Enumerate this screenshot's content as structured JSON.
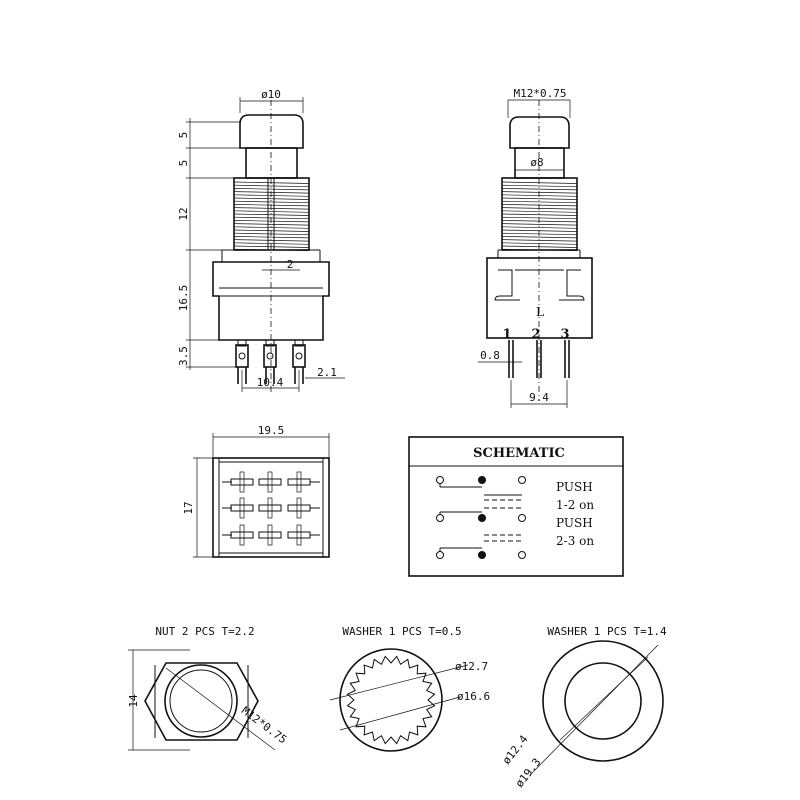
{
  "front_view": {
    "cap_diameter": "ø10",
    "dim_cap_height": "5",
    "dim_stem_height": "5",
    "dim_thread_height": "12",
    "dim_body_height": "16.5",
    "dim_pin_length": "3.5",
    "dim_offset": "2",
    "dim_pin_span": "10.4",
    "dim_pin_width": "2.1"
  },
  "side_view": {
    "thread_spec": "M12*0.75",
    "stem_diameter": "ø8",
    "label_L": "L",
    "pin_labels": [
      "1",
      "2",
      "3"
    ],
    "dim_pin_thickness": "0.8",
    "dim_pin_span": "9.4"
  },
  "bottom_view": {
    "dim_width": "19.5",
    "dim_depth": "17"
  },
  "schematic": {
    "title": "SCHEMATIC",
    "lines": [
      "PUSH",
      "1-2 on",
      "PUSH",
      "2-3 on"
    ]
  },
  "nut": {
    "title": "NUT 2 PCS T=2.2",
    "dim_flat": "14",
    "thread": "M12*0.75"
  },
  "washer1": {
    "title": "WASHER 1 PCS T=0.5",
    "inner_diameter": "ø12.7",
    "outer_diameter": "ø16.6"
  },
  "washer2": {
    "title": "WASHER 1 PCS T=1.4",
    "inner_diameter": "ø12.4",
    "outer_diameter": "ø19.3"
  }
}
